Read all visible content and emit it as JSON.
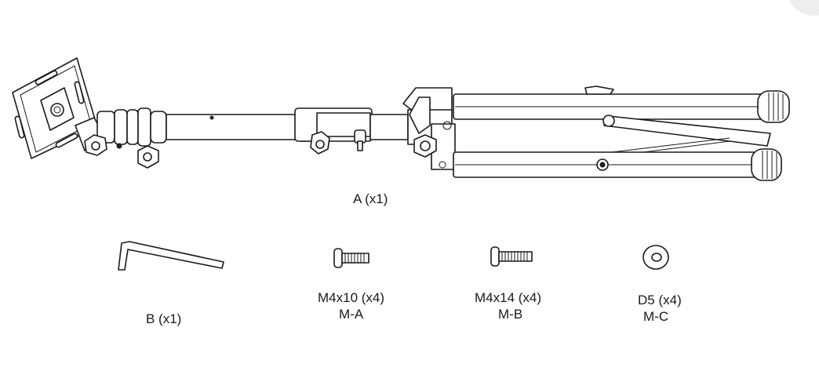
{
  "parts": {
    "a": {
      "label": "A (x1)"
    },
    "b": {
      "label": "B (x1)"
    },
    "ma": {
      "size": "M4x10 (x4)",
      "code": "M-A"
    },
    "mb": {
      "size": "M4x14 (x4)",
      "code": "M-B"
    },
    "mc": {
      "size": "D5 (x4)",
      "code": "M-C"
    }
  },
  "icons": {
    "stand": "monitor-arm-stand-icon",
    "hex_key": "allen-key-icon",
    "screw_short": "screw-icon",
    "screw_long": "screw-icon",
    "washer": "washer-icon"
  }
}
